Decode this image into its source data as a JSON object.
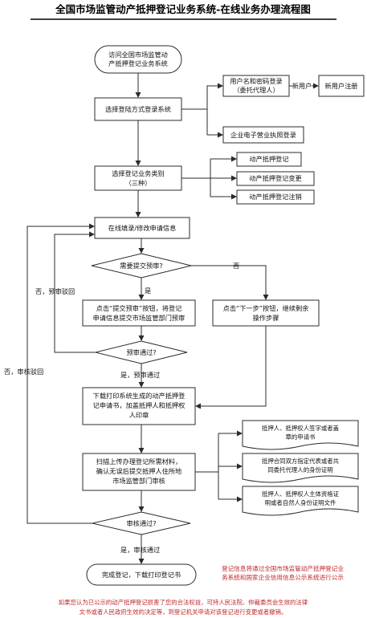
{
  "title": "全国市场监管动产抵押登记业务系统-在线业务办理流程图",
  "nodes": {
    "visit": [
      "访问全国市场监管动",
      "产抵押登记业务系统"
    ],
    "choose_login": "选择登陆方式登录系统",
    "user_login": [
      "用户名和密码登录",
      "（委托代理人）"
    ],
    "new_user": "新用户",
    "new_user_register": "新用户注册",
    "enterprise_license_login": "企业电子营业执照登录",
    "choose_type": [
      "选择登记业务类别",
      "（三种）"
    ],
    "type_1": "动产抵押登记",
    "type_2": "动产抵押登记变更",
    "type_3": "动产抵押登记注销",
    "fill_form": "在线填录/修改申请信息",
    "need_precheck": "需要提交预审?",
    "yes": "是",
    "no": "否",
    "submit_precheck": [
      "点击“提交预审”按钮，将登记",
      "申请信息提交市场监管部门预审"
    ],
    "next_step": [
      "点击“下一步”按钮，继续剩余",
      "操作步骤"
    ],
    "precheck_pass": "预审通过?",
    "precheck_yes": "是，预审通过",
    "precheck_no": "否，预审驳回",
    "print_form": [
      "下载打印系统生成的动产抵押登",
      "记申请书，加盖抵押人和抵押权",
      "人印章"
    ],
    "upload": [
      "扫描上传办理登记所需材料，",
      "确认无误后提交抵押人住所地",
      "市场监管部门审核"
    ],
    "doc_1": [
      "抵押人、抵押权人签字或者盖",
      "章的申请书"
    ],
    "doc_2": [
      "抵押合同双方指定代表或者共",
      "同委托代理人的身份证明"
    ],
    "doc_3": [
      "抵押人、抵押权人主体资格证",
      "明或者自然人身份证明文件"
    ],
    "review_pass": "审核通过?",
    "review_yes": "是，审核通过",
    "review_no": "否，审核驳回",
    "complete": "完成登记，下载打印登记书",
    "note_right": [
      "登记信息将通过全国市场监管动产抵押登记业",
      "务系统和国家企业信用信息公示系统进行公示"
    ],
    "note_bottom": [
      "如果您认为已公示的动产抵押登记损害了您的合法权益，可持人民法院、仲裁委员会生效的法律",
      "文书或者人民政府生效的决定等，到登记机关申请对该登记进行变更或者撤销。"
    ]
  },
  "colors": {
    "line": "#2b2b2b",
    "note": "#c0282c"
  }
}
